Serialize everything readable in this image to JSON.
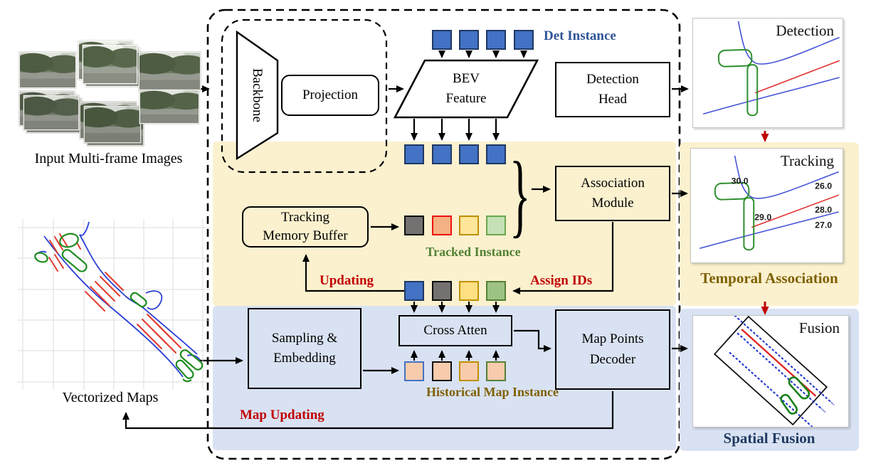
{
  "left_column": {
    "images_caption": "Input Multi-frame Images",
    "maps_caption": "Vectorized Maps"
  },
  "pipeline": {
    "backbone_label": "Backbone",
    "projection_label": "Projection",
    "bev_feature": {
      "l1": "BEV",
      "l2": "Feature"
    },
    "det_instance_label": "Det Instance",
    "detection_head": {
      "l1": "Detection",
      "l2": "Head"
    },
    "tracking_memory_buffer": {
      "l1": "Tracking",
      "l2": "Memory Buffer"
    },
    "tracked_instance_label": "Tracked Instance",
    "association_module": {
      "l1": "Association",
      "l2": "Module"
    },
    "updating_label": "Updating",
    "assign_ids_label": "Assign IDs",
    "sampling_embedding": {
      "l1": "Sampling &",
      "l2": "Embedding"
    },
    "cross_atten_label": "Cross Atten",
    "map_points_decoder": {
      "l1": "Map Points",
      "l2": "Decoder"
    },
    "historical_map_instance_label": "Historical Map Instance",
    "map_updating_label": "Map Updating"
  },
  "outputs": {
    "detection_title": "Detection",
    "tracking_title": "Tracking",
    "fusion_title": "Fusion",
    "temporal_association_label": "Temporal Association",
    "spatial_fusion_label": "Spatial Fusion",
    "tracking_ids": {
      "left_top": "30.0",
      "left_mid": "29.0",
      "right_top": "26.0",
      "right_mid": "28.0",
      "right_bottom": "27.0"
    }
  },
  "glyphs": {
    "brace": "}"
  },
  "colors": {
    "det_instance_text": "#2F5597",
    "tracked_instance_text": "#538135",
    "historical_map_text": "#7F6000",
    "temporal_association_text": "#7F6000",
    "spatial_fusion_text": "#1F3A63",
    "red_accent": "#C00000",
    "yellow_band": "#FBF1CF",
    "blue_band": "#D9E2F2",
    "blue_square": "#4472C4"
  },
  "squares": {
    "det_row": [
      {
        "fill": "#4472C4",
        "border": "#1F3864"
      },
      {
        "fill": "#4472C4",
        "border": "#1F3864"
      },
      {
        "fill": "#4472C4",
        "border": "#1F3864"
      },
      {
        "fill": "#4472C4",
        "border": "#1F3864"
      }
    ],
    "bev_out_row": [
      {
        "fill": "#4472C4",
        "border": "#1F3864"
      },
      {
        "fill": "#4472C4",
        "border": "#1F3864"
      },
      {
        "fill": "#4472C4",
        "border": "#1F3864"
      },
      {
        "fill": "#4472C4",
        "border": "#1F3864"
      }
    ],
    "tracked_row": [
      {
        "fill": "#767171",
        "border": "#0D0D0D"
      },
      {
        "fill": "#F4B183",
        "border": "#EE1111"
      },
      {
        "fill": "#FFE699",
        "border": "#BF9000"
      },
      {
        "fill": "#C5E0B4",
        "border": "#6AA84F"
      }
    ],
    "assigned_row": [
      {
        "fill": "#4472C4",
        "border": "#1F3864"
      },
      {
        "fill": "#767171",
        "border": "#0D0D0D"
      },
      {
        "fill": "#FFE083",
        "border": "#BF9000"
      },
      {
        "fill": "#9DC284",
        "border": "#538135"
      }
    ],
    "historical_row": [
      {
        "fill": "#F8CBAD",
        "border": "#4472C4"
      },
      {
        "fill": "#F8CBAD",
        "border": "#0D0D0D"
      },
      {
        "fill": "#F8CBAD",
        "border": "#BF9000"
      },
      {
        "fill": "#F8CBAD",
        "border": "#538135"
      }
    ]
  }
}
